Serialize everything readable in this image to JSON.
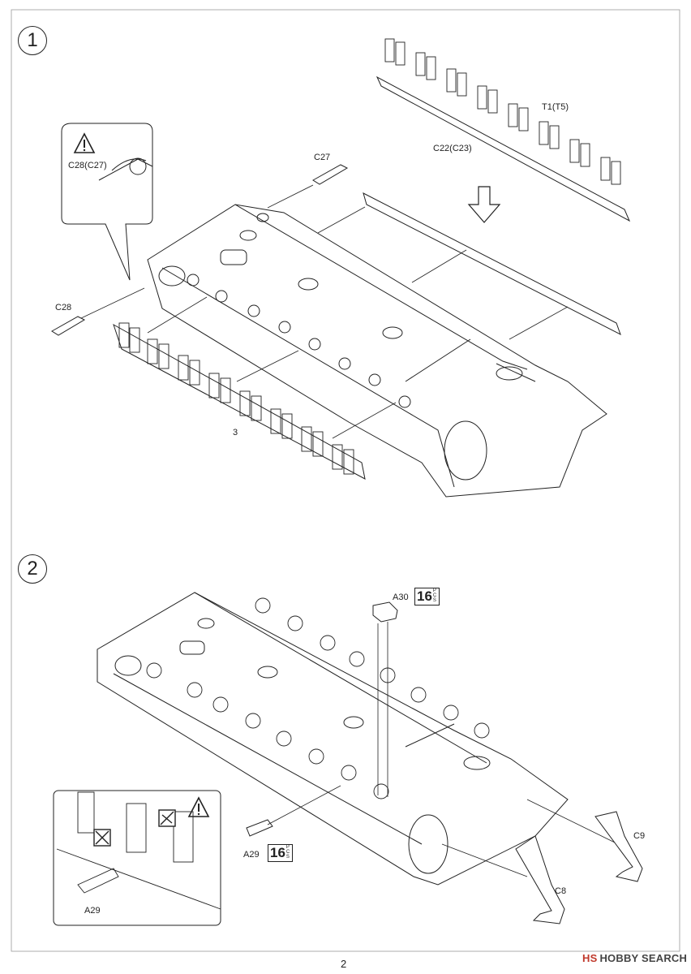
{
  "page": {
    "number": "2"
  },
  "watermark": {
    "text": "HOBBY SEARCH",
    "logo": "HS"
  },
  "step1": {
    "number": "1",
    "labels": {
      "c27": "C27",
      "c28": "C28",
      "c28_callout": "C28(C27)",
      "t1": "T1(T5)",
      "c22": "C22(C23)",
      "cut_label": "3"
    }
  },
  "step2": {
    "number": "2",
    "labels": {
      "a30": "A30",
      "a29": "A29",
      "a29_callout": "A29",
      "c8": "C8",
      "c9": "C9"
    },
    "a30_qty": "16",
    "a29_qty": "16",
    "qty_unit": "PCS"
  },
  "icons": [
    "warning-icon",
    "no-glue-icon",
    "no-cement-icon"
  ]
}
